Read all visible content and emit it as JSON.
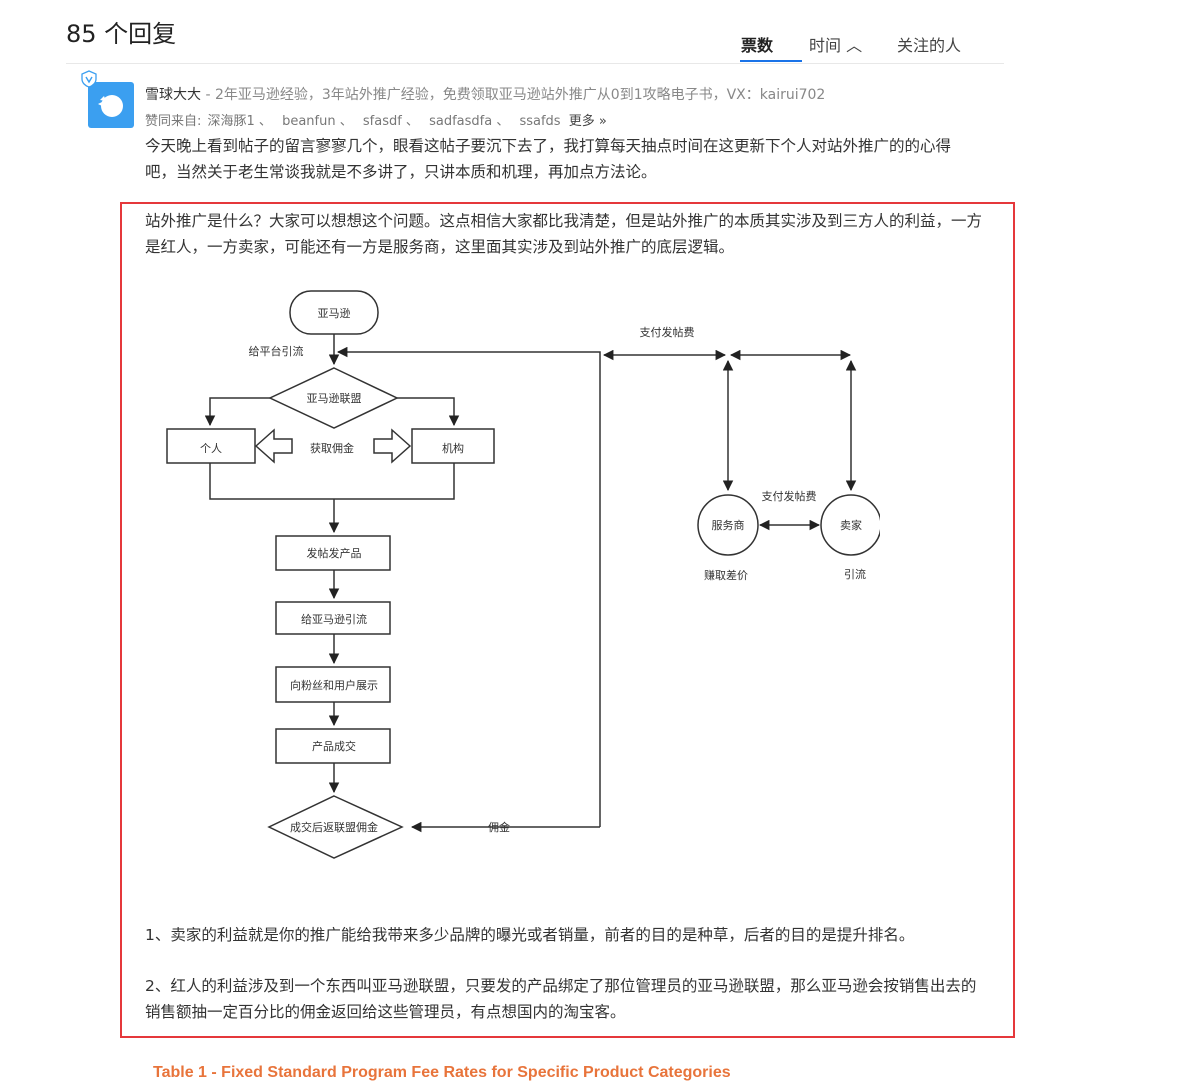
{
  "header": {
    "reply_count_title": "85 个回复",
    "tabs": [
      {
        "label": "票数",
        "active": true
      },
      {
        "label": "时间 ︿",
        "active": false
      },
      {
        "label": "关注的人",
        "active": false
      }
    ]
  },
  "answer": {
    "author": "雪球大大",
    "author_bio": "2年亚马逊经验，3年站外推广经验，免费领取亚马逊站外推广从0到1攻略电子书，VX：kairui702",
    "likes_prefix": "赞同来自:",
    "likers": [
      "深海豚1 、",
      "beanfun 、",
      "sfasdf 、",
      "sadfasdfa 、",
      "ssafds"
    ],
    "likes_more": "更多 »",
    "intro": "今天晚上看到帖子的留言寥寥几个，眼看这帖子要沉下去了，我打算每天抽点时间在这更新下个人对站外推广的的心得吧，当然关于老生常谈我就是不多讲了，只讲本质和机理，再加点方法论。",
    "para1": "站外推广是什么？大家可以想想这个问题。这点相信大家都比我清楚，但是站外推广的本质其实涉及到三方人的利益，一方是红人，一方卖家，可能还有一方是服务商，这里面其实涉及到站外推广的底层逻辑。",
    "para2": "1、卖家的利益就是你的推广能给我带来多少品牌的曝光或者销量，前者的目的是种草，后者的目的是提升排名。",
    "para3": "2、红人的利益涉及到一个东西叫亚马逊联盟，只要发的产品绑定了那位管理员的亚马逊联盟，那么亚马逊会按销售出去的销售额抽一定百分比的佣金返回给这些管理员，有点想国内的淘宝客。"
  },
  "flowchart": {
    "start": "亚马逊",
    "to_platform": "给平台引流",
    "decision": "亚马逊联盟",
    "individual": "个人",
    "commission_get": "获取佣金",
    "institution": "机构",
    "step1": "发帖发产品",
    "step2": "给亚马逊引流",
    "step3": "向粉丝和用户展示",
    "step4": "产品成交",
    "end": "成交后返联盟佣金",
    "commission": "佣金",
    "pay_fee_top": "支付发帖费",
    "pay_fee_mid": "支付发帖费",
    "service": "服务商",
    "seller": "卖家",
    "service_note": "赚取差价",
    "seller_note": "引流"
  },
  "footer_cut": {
    "table_title": "Table 1 - Fixed Standard Program Fee Rates for Specific Product Categories"
  },
  "colors": {
    "accent": "#1a73e8",
    "highlight_border": "#e5383b",
    "avatar": "#3b9ff0",
    "table_title": "#e8743b"
  }
}
